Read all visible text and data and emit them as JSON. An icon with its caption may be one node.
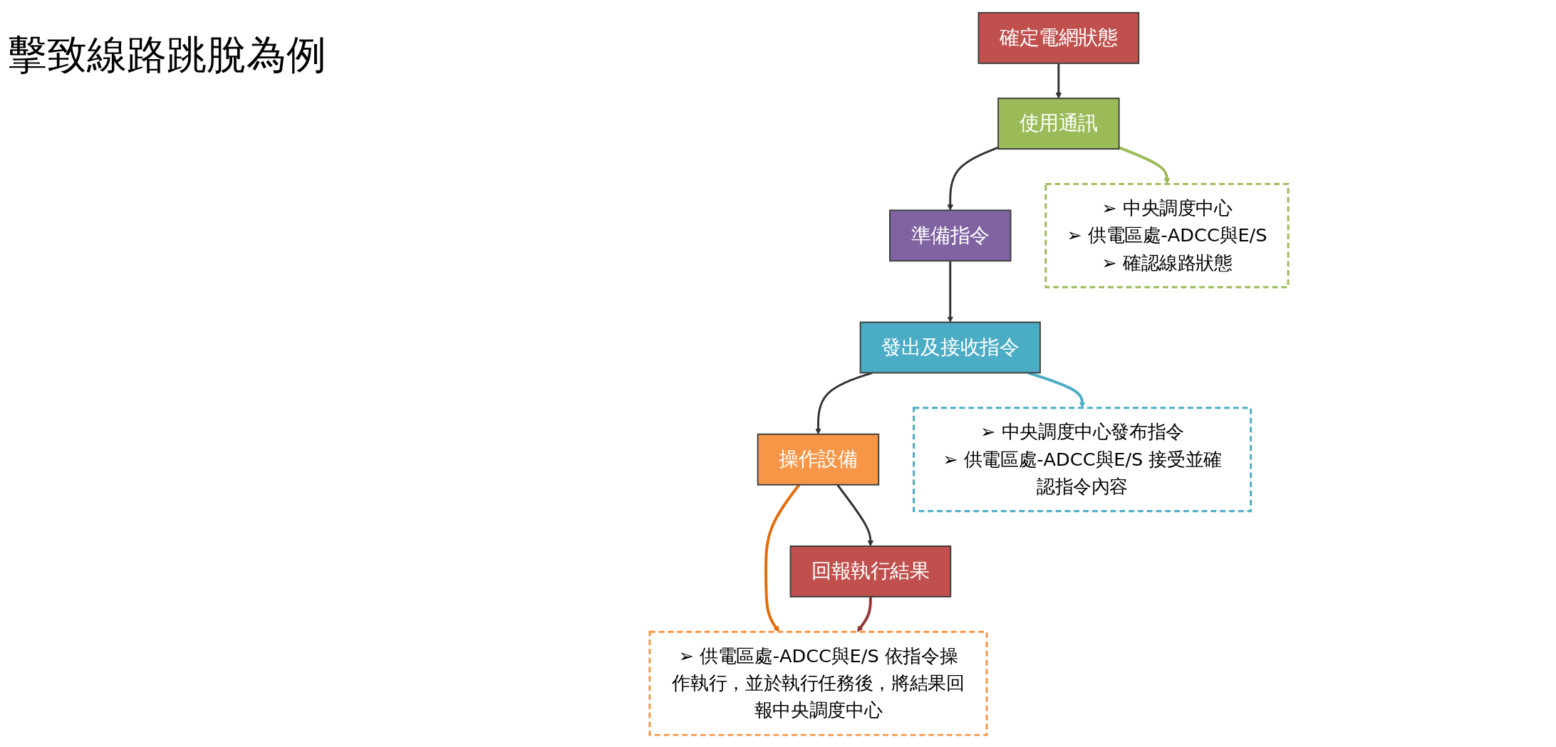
{
  "diagram": {
    "nodes": [
      {
        "text": [
          "確定電網狀態"
        ]
      },
      {
        "text": [
          "使用通訊"
        ]
      },
      {
        "text": [
          "準備指令"
        ]
      },
      {
        "text": [
          "發出及接收指令"
        ]
      },
      {
        "text": [
          "操作設備"
        ]
      },
      {
        "text": [
          "回報執行結果"
        ]
      },
      {
        "text": [
          "➢ 中央調度中心",
          "➢ 供電區處-ADCC與E/S",
          "➢ 確認線路狀態"
        ]
      },
      {
        "text": [
          "➢ 中央調度中心發布指令",
          "➢ 供電區處-ADCC與E/S 接受並確認指令內容"
        ]
      },
      {
        "text": [
          "➢ 供電區處-ADCC與E/S 依指令操作執行，並於執行任務後，將結果回報中央調度中心"
        ]
      }
    ],
    "edges": [
      {
        "from": 0,
        "to": 1,
        "arrow": "to"
      },
      {
        "from": 1,
        "to": 2,
        "arrow": "to"
      },
      {
        "from": 2,
        "to": 3,
        "arrow": "to"
      },
      {
        "from": 3,
        "to": 4,
        "arrow": "to"
      },
      {
        "from": 4,
        "to": 5,
        "arrow": "to"
      },
      {
        "from": 1,
        "to": 6,
        "arrow": "to",
        "color": "#9bbb59"
      },
      {
        "from": 3,
        "to": 7,
        "arrow": "to",
        "color": "#4bacc6"
      },
      {
        "from": 4,
        "to": 8,
        "arrow": "to",
        "color": "#e46c0a"
      },
      {
        "from": 5,
        "to": 8,
        "arrow": "to",
        "color": "#953735"
      }
    ],
    "labels": [
      "擊致線路跳脫為例"
    ]
  }
}
